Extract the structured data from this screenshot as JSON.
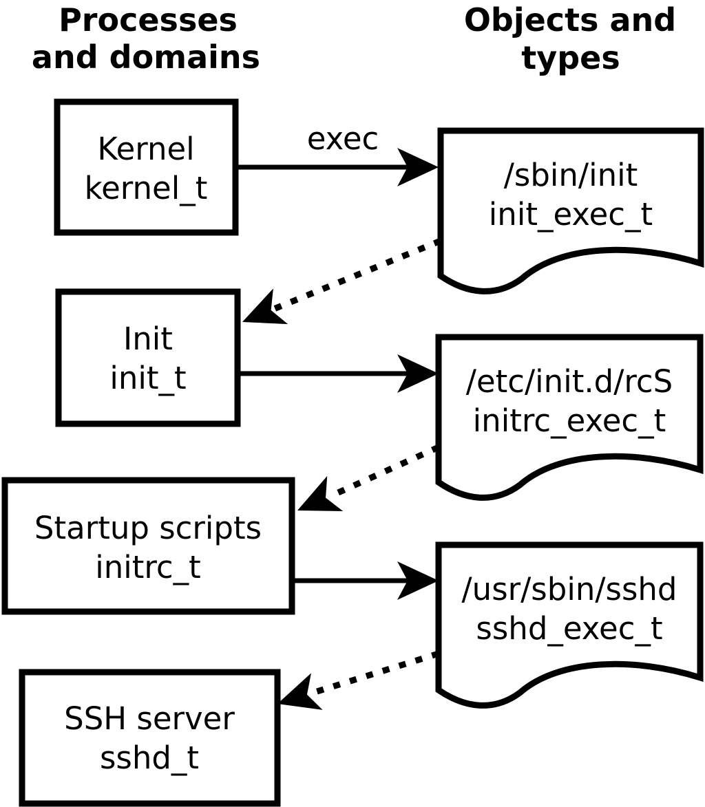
{
  "headers": {
    "left": {
      "line1": "Processes",
      "line2": "and domains"
    },
    "right": {
      "line1": "Objects and",
      "line2": "types"
    }
  },
  "processes": [
    {
      "name": "Kernel",
      "type": "kernel_t"
    },
    {
      "name": "Init",
      "type": "init_t"
    },
    {
      "name": "Startup scripts",
      "type": "initrc_t"
    },
    {
      "name": "SSH server",
      "type": "sshd_t"
    }
  ],
  "objects": [
    {
      "path": "/sbin/init",
      "type": "init_exec_t"
    },
    {
      "path": "/etc/init.d/rcS",
      "type": "initrc_exec_t"
    },
    {
      "path": "/usr/sbin/sshd",
      "type": "sshd_exec_t"
    }
  ],
  "arrow_labels": {
    "exec": "exec"
  },
  "colors": {
    "foreground": "#000000",
    "background": "#ffffff"
  }
}
